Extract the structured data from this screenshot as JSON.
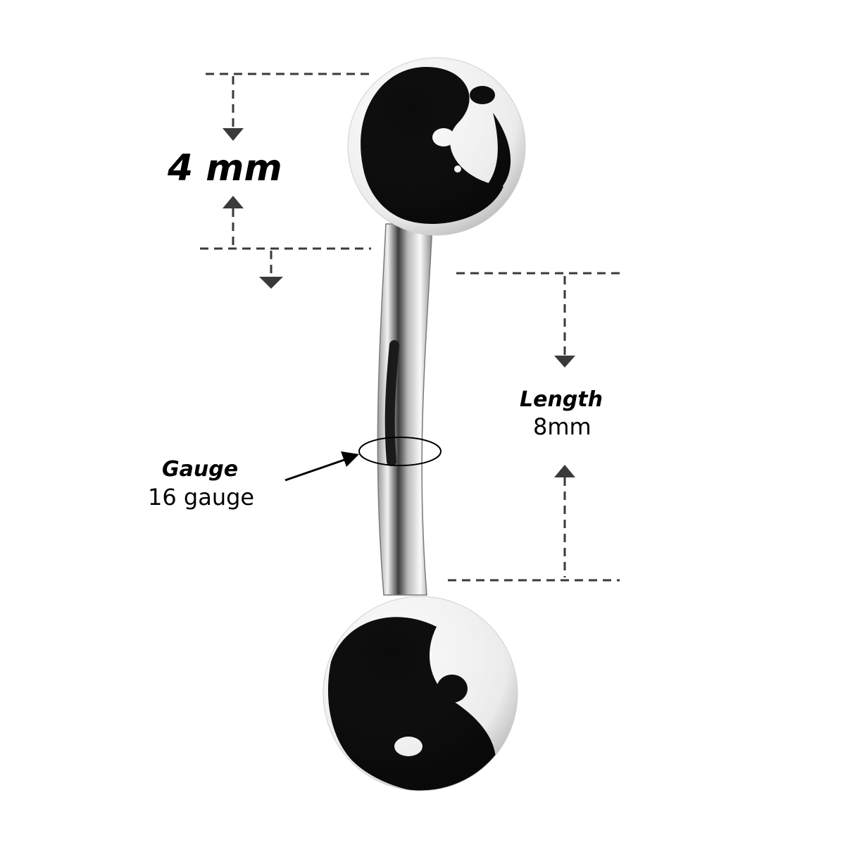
{
  "ball_size": {
    "value_label": "4 mm"
  },
  "length": {
    "title": "Length",
    "value": "8mm"
  },
  "gauge": {
    "title": "Gauge",
    "value": "16 gauge"
  },
  "colors": {
    "dimension_line": "#3a3a3a",
    "ball_dark": "#0b0b0b",
    "ball_light": "#f7f7f7",
    "steel": "#c9c9c9"
  },
  "icons": {
    "top_ball": "yin-yang-ball",
    "bottom_ball": "yin-yang-ball",
    "gauge_pointer": "arrow-icon"
  }
}
